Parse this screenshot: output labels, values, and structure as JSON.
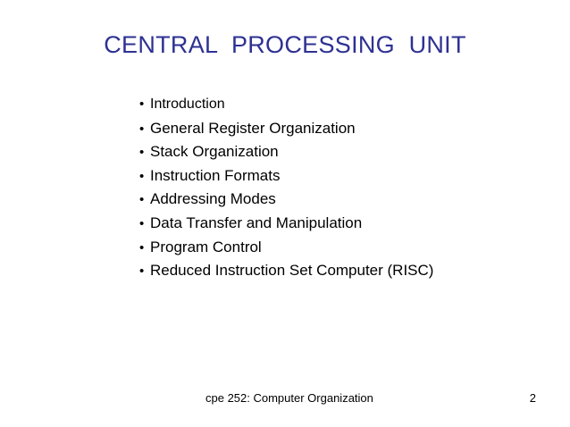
{
  "slide": {
    "title": "CENTRAL  PROCESSING  UNIT",
    "bullets": [
      "Introduction",
      "General Register Organization",
      "Stack Organization",
      "Instruction Formats",
      "Addressing Modes",
      "Data Transfer and Manipulation",
      "Program Control",
      "Reduced Instruction Set Computer (RISC)"
    ],
    "bullet_glyph": "•",
    "footer": "cpe 252: Computer Organization",
    "page_number": "2",
    "title_color": "#2e3192"
  }
}
